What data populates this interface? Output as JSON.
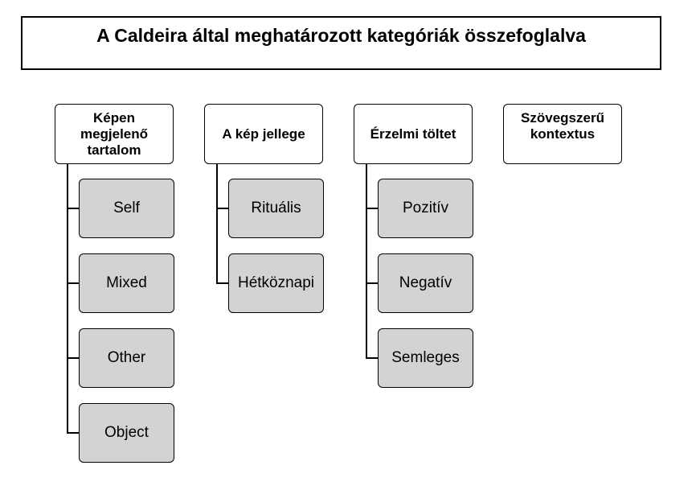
{
  "title": "A Caldeira által meghatározott kategóriák összefoglalva",
  "columns": [
    {
      "header": "Képen\nmegjelenő\ntartalom",
      "children": [
        "Self",
        "Mixed",
        "Other",
        "Object"
      ]
    },
    {
      "header": "A kép jellege",
      "children": [
        "Rituális",
        "Hétköznapi"
      ]
    },
    {
      "header": "Érzelmi töltet",
      "children": [
        "Pozitív",
        "Negatív",
        "Semleges"
      ]
    },
    {
      "header": "Szövegszerű\nkontextus",
      "children": []
    }
  ]
}
